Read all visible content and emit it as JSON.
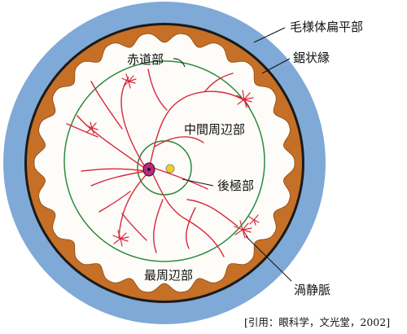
{
  "labels": {
    "pars_plana": "毛様体扁平部",
    "ora_serrata": "鋸状縁",
    "equator": "赤道部",
    "mid_periphery": "中間周辺部",
    "posterior_pole": "後極部",
    "far_periphery": "最周辺部",
    "vortex_vein": "渦静脈"
  },
  "citation": "[引用：眼科学，文光堂，2002]",
  "colors": {
    "sclera_blue": "#7fa9d6",
    "ring_orange": "#c66f26",
    "retina_fill": "#fdfcf8",
    "zone_line": "#2a8a3c",
    "vessel": "#d8283a",
    "optic_disc": "#c0267a",
    "macula": "#f1d21e"
  }
}
